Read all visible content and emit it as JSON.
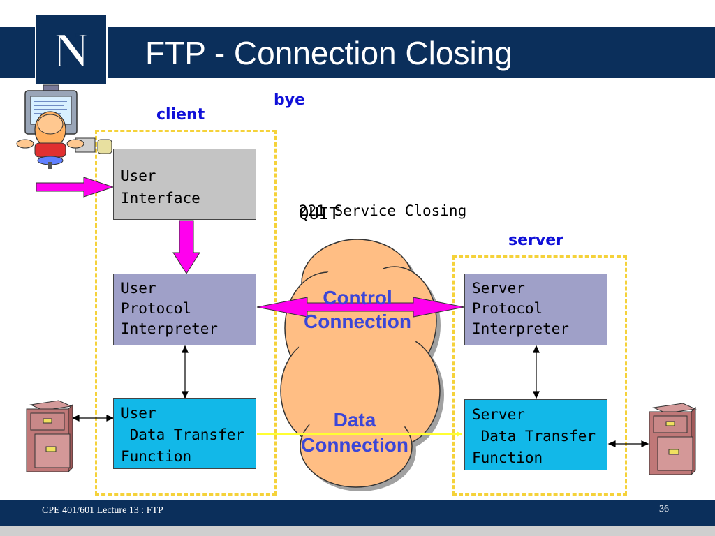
{
  "slide": {
    "title": "FTP - Connection Closing",
    "logo_text": "N",
    "footer": "CPE 401/601 Lecture 13 : FTP",
    "page_number": "36"
  },
  "labels": {
    "client": "client",
    "server": "server",
    "bye": "bye"
  },
  "messages": {
    "reply": "221 Service Closing",
    "command": "QUIT"
  },
  "client_boxes": {
    "ui": "User\nInterface",
    "upi": "User\nProtocol\nInterpreter",
    "udtf": "User\n Data Transfer\nFunction"
  },
  "server_boxes": {
    "spi": "Server\nProtocol\nInterpreter",
    "sdtf": "Server\n Data Transfer\nFunction"
  },
  "cloud": {
    "control_line1": "Control",
    "control_line2": "Connection",
    "data_line1": "Data",
    "data_line2": "Connection"
  },
  "colors": {
    "header": "#0b2f5b",
    "region_border": "#f5d23a",
    "arrow_magenta": "#ff00ee",
    "cloud_fill": "#ffbe84",
    "data_line": "#ffff33",
    "label_blue": "#1010d8"
  },
  "icons": {
    "user": "user-at-computer-icon",
    "client_files": "filing-cabinet-icon",
    "server_files": "filing-cabinet-icon"
  }
}
